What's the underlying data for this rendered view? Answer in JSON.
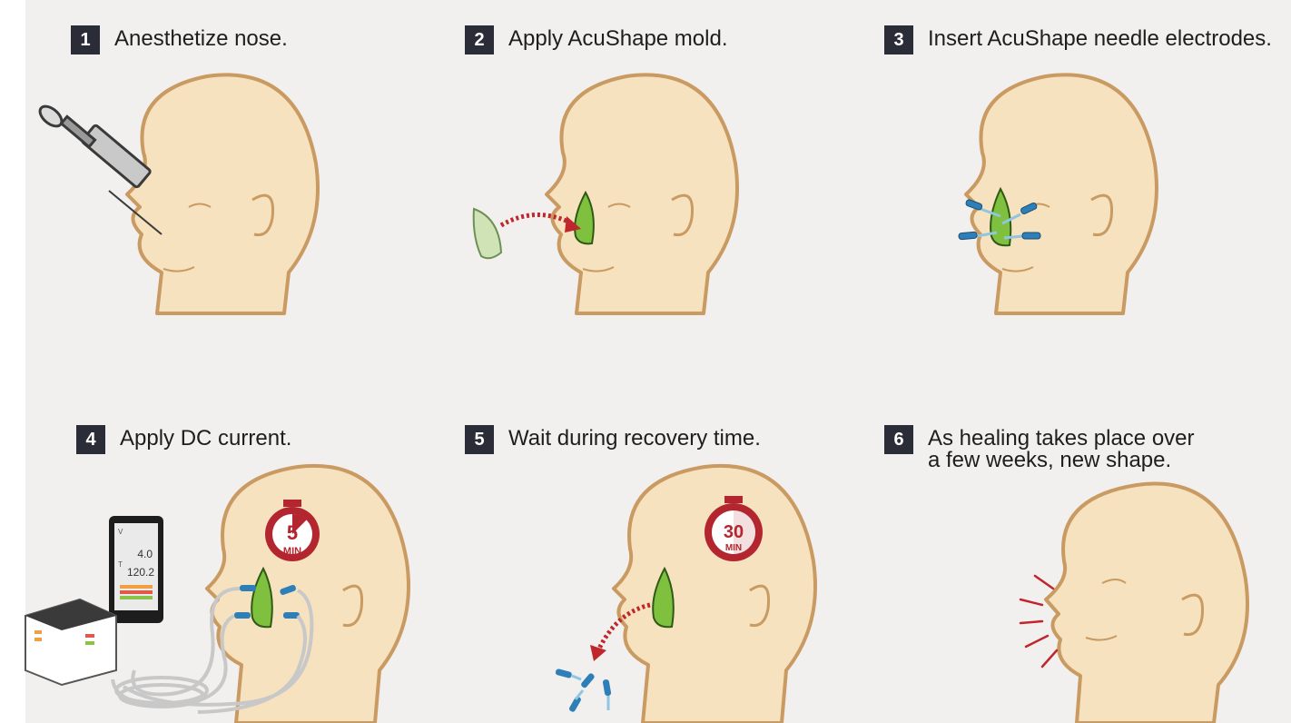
{
  "steps": [
    {
      "number": "1",
      "text": "Anesthetize nose."
    },
    {
      "number": "2",
      "text": "Apply AcuShape mold."
    },
    {
      "number": "3",
      "text": "Insert AcuShape needle electrodes."
    },
    {
      "number": "4",
      "text": "Apply DC current."
    },
    {
      "number": "5",
      "text": "Wait during recovery time."
    },
    {
      "number": "6",
      "text_line1": "As healing takes place over",
      "text_line2": "a few weeks, new shape."
    }
  ],
  "timers": {
    "step4": {
      "value": "5",
      "unit": "MIN"
    },
    "step5": {
      "value": "30",
      "unit": "MIN"
    }
  },
  "device": {
    "readout_1": "4.0",
    "readout_2": "120.2",
    "label_v": "V",
    "label_t": "T"
  },
  "colors": {
    "background": "#f1f0ee",
    "badge": "#2a2d37",
    "skin": "#f6e2be",
    "skin_outline": "#c99a62",
    "mold": "#7fc03f",
    "needle_tip": "#2e7fb8",
    "timer_red": "#b3262f"
  }
}
